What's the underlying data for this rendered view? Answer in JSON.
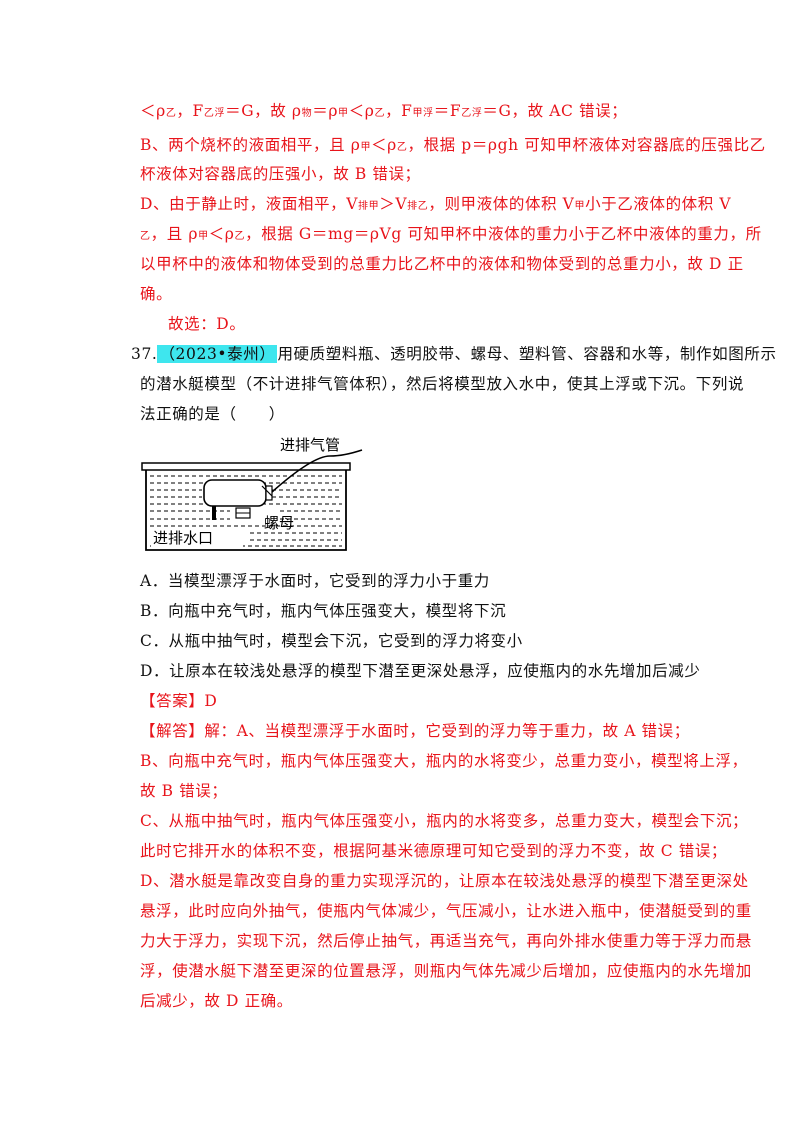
{
  "prev": {
    "l1": {
      "a": "＜ρ",
      "a_sub": "乙",
      "b": "，F",
      "b_sub": "乙浮",
      "c": "＝G，故 ρ",
      "c_sub": "物",
      "d": "＝ρ",
      "d_sub": "甲",
      "e": "＜ρ",
      "e_sub": "乙",
      "f": "，F",
      "f_sub": "甲浮",
      "g": "＝F",
      "g_sub": "乙浮",
      "h": "＝G，故 AC 错误；"
    },
    "l2": {
      "a": "B、两个烧杯的液面相平，且 ρ",
      "a_sub": "甲",
      "b": "＜ρ",
      "b_sub": "乙",
      "c": "，根据 p＝ρgh 可知甲杯液体对容器底的压强比乙"
    },
    "l3": "杯液体对容器底的压强小，故 B 错误；",
    "l4": {
      "a": "D、由于静止时，液面相平，V",
      "a_sub": "排甲",
      "b": "＞V",
      "b_sub": "排乙",
      "c": "，则甲液体的体积 V",
      "c_sub": "甲",
      "d": "小于乙液体的体积 V"
    },
    "l5": {
      "a_sub": "乙",
      "a": "，且 ρ",
      "b_sub": "甲",
      "b": "＜ρ",
      "c_sub": "乙",
      "c": "，根据 G＝mg＝ρVg 可知甲杯中液体的重力小于乙杯中液体的重力，所"
    },
    "l6": "以甲杯中的液体和物体受到的总重力比乙杯中的液体和物体受到的总重力小，故 D 正",
    "l7": "确。",
    "l8": "故选：D。"
  },
  "question": {
    "number": "37.",
    "tag": "（2023•泰州）",
    "stem1": "用硬质塑料瓶、透明胶带、螺母、塑料管、容器和水等，制作如图所示",
    "stem2": "的潜水艇模型（不计进排气管体积），然后将模型放入水中，使其上浮或下沉。下列说",
    "stem3": "法正确的是（　　）",
    "figure": {
      "label_tube": "进排气管",
      "label_nut": "螺母",
      "label_inlet": "进排水口"
    },
    "options": [
      "A．当模型漂浮于水面时，它受到的浮力小于重力",
      "B．向瓶中充气时，瓶内气体压强变大，模型将下沉",
      "C．从瓶中抽气时，模型会下沉，它受到的浮力将变小",
      "D．让原本在较浅处悬浮的模型下潜至更深处悬浮，应使瓶内的水先增加后减少"
    ]
  },
  "answer": {
    "label": "【答案】",
    "value": "D"
  },
  "analysis": {
    "label": "【解答】",
    "lines": [
      "解：A、当模型漂浮于水面时，它受到的浮力等于重力，故 A 错误；",
      "B、向瓶中充气时，瓶内气体压强变大，瓶内的水将变少，总重力变小，模型将上浮，",
      "故 B 错误；",
      "C、从瓶中抽气时，瓶内气体压强变小，瓶内的水将变多，总重力变大，模型会下沉；",
      "此时它排开水的体积不变，根据阿基米德原理可知它受到的浮力不变，故 C 错误；",
      "D、潜水艇是靠改变自身的重力实现浮沉的，让原本在较浅处悬浮的模型下潜至更深处",
      "悬浮，此时应向外抽气，使瓶内气体减少，气压减小，让水进入瓶中，使潜艇受到的重",
      "力大于浮力，实现下沉，然后停止抽气，再适当充气，再向外排水使重力等于浮力而悬",
      "浮，使潜水艇下潜至更深的位置悬浮，则瓶内气体先减少后增加，应使瓶内的水先增加",
      "后减少，故 D 正确。"
    ]
  },
  "colors": {
    "answer_red": "#e8141b",
    "tag_cyan": "#3ee6ee"
  }
}
